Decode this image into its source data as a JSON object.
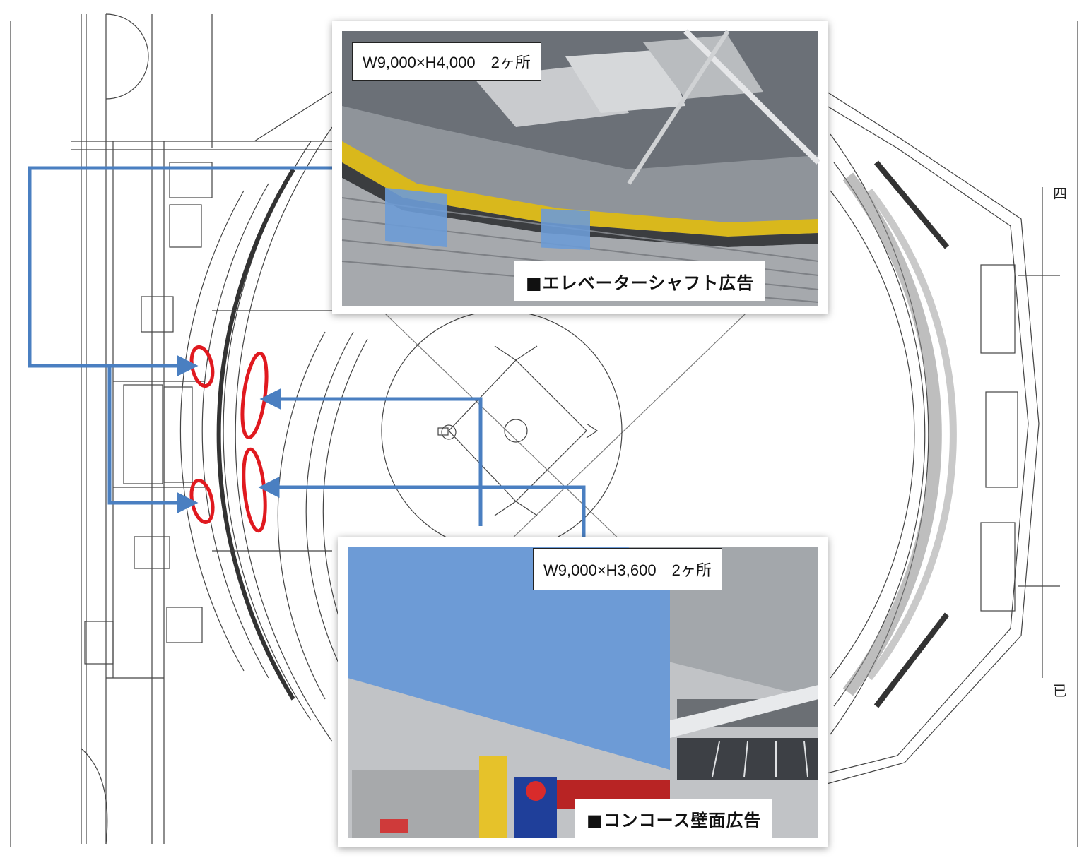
{
  "panels": [
    {
      "id": "elevator",
      "spec": "W9,000×H4,000　2ヶ所",
      "caption": "■エレベーターシャフト広告"
    },
    {
      "id": "concourse",
      "spec": "W9,000×H3,600　2ヶ所",
      "caption": "■コンコース壁面広告"
    }
  ],
  "side_labels": {
    "top": "四",
    "bottom": "已"
  },
  "colors": {
    "connector": "#4a7fc1",
    "highlight": "#e0191f",
    "ad_area": "#6d9bd6",
    "plan_line": "#444444"
  }
}
